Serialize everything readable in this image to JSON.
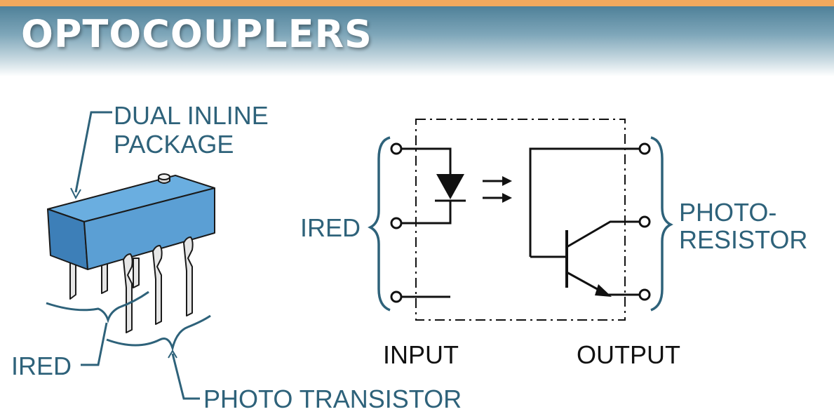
{
  "title": "OPTOCOUPLERS",
  "package_diagram": {
    "label_line1": "DUAL INLINE",
    "label_line2": "PACKAGE",
    "ired_label": "IRED",
    "phototransistor_label": "PHOTO TRANSISTOR"
  },
  "schematic": {
    "ired_label": "IRED",
    "photo_label_line1": "PHOTO-",
    "photo_label_line2": "RESISTOR",
    "input_label": "INPUT",
    "output_label": "OUTPUT"
  },
  "colors": {
    "accent_label": "#2e627a",
    "package_body": "#5b9fd4",
    "stripe": "#f2a95e"
  }
}
